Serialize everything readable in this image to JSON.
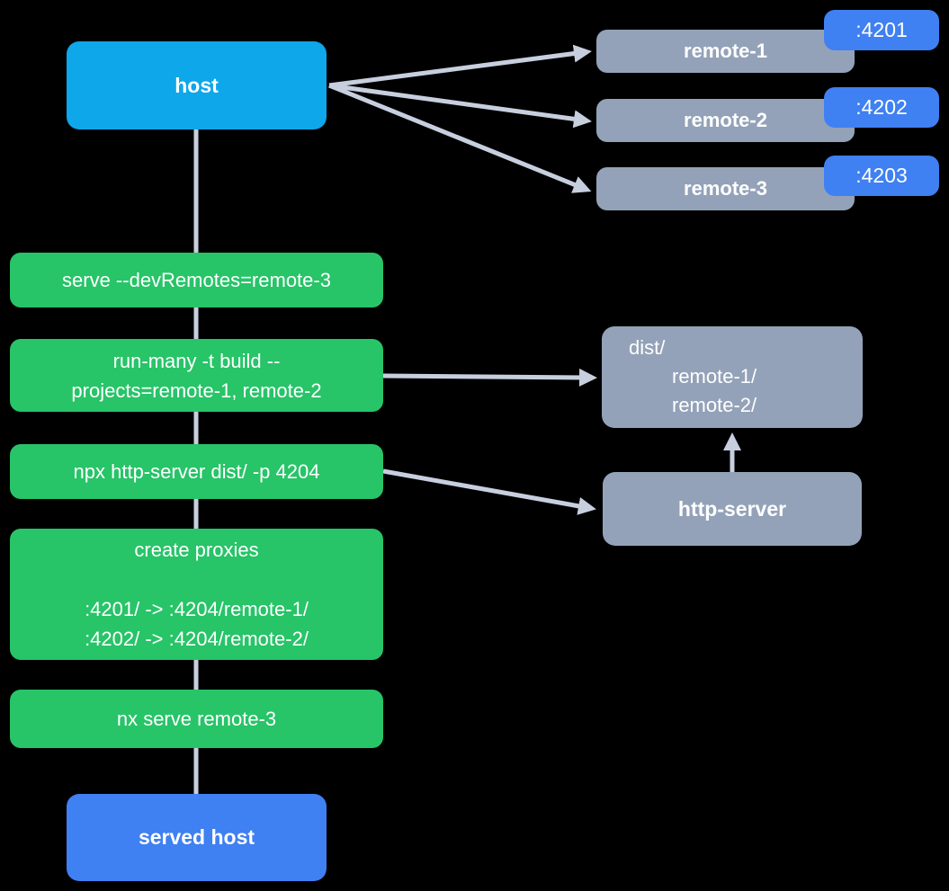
{
  "diagram": {
    "title_hint": "nx module federation serve flow",
    "background_color": "#000000",
    "colors": {
      "host_cyan": "#0da7ea",
      "port_blue": "#3f80f2",
      "step_green": "#27c468",
      "remote_gray": "#93a2b8",
      "arrow_gray": "#c7cfdf",
      "text_white": "#ffffff"
    },
    "nodes": {
      "host": {
        "label": "host"
      },
      "served_host": {
        "label": "served host"
      },
      "http_server": {
        "label": "http-server"
      },
      "dist": {
        "lines": [
          "dist/",
          "remote-1/",
          "remote-2/"
        ]
      }
    },
    "remotes": [
      {
        "label": "remote-1",
        "port": ":4201"
      },
      {
        "label": "remote-2",
        "port": ":4202"
      },
      {
        "label": "remote-3",
        "port": ":4203"
      }
    ],
    "steps": [
      {
        "label": "serve --devRemotes=remote-3"
      },
      {
        "lines": [
          "run-many -t build --",
          "projects=remote-1, remote-2"
        ]
      },
      {
        "label": "npx http-server dist/ -p 4204"
      },
      {
        "lines": [
          "create proxies",
          "",
          ":4201/ -> :4204/remote-1/",
          ":4202/ -> :4204/remote-2/"
        ]
      },
      {
        "label": "nx serve remote-3"
      }
    ]
  }
}
